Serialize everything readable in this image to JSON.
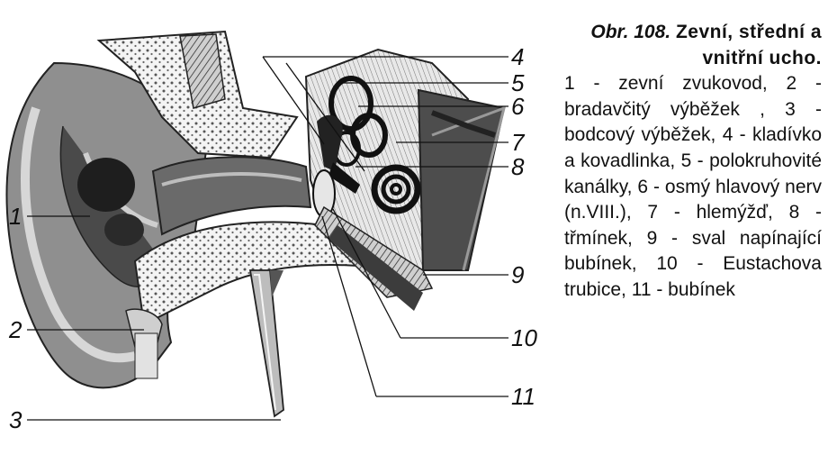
{
  "figure": {
    "callouts": [
      "1",
      "2",
      "3",
      "4",
      "5",
      "6",
      "7",
      "8",
      "9",
      "10",
      "11"
    ]
  },
  "caption": {
    "number": "Obr. 108.",
    "title": "Zevní, střední a vnitřní ucho.",
    "text": "1 - zevní zvukovod, 2 - bradavčitý výběžek , 3 - bodcový výběžek, 4 - kladívko a kovadlinka, 5 - polokruhovité kanálky, 6 - osmý hlavový nerv (n.VIII.), 7 - hlemýžď, 8 - třmínek, 9 - sval napínající bubínek, 10 - Eustachova trubice, 11 - bubínek"
  }
}
